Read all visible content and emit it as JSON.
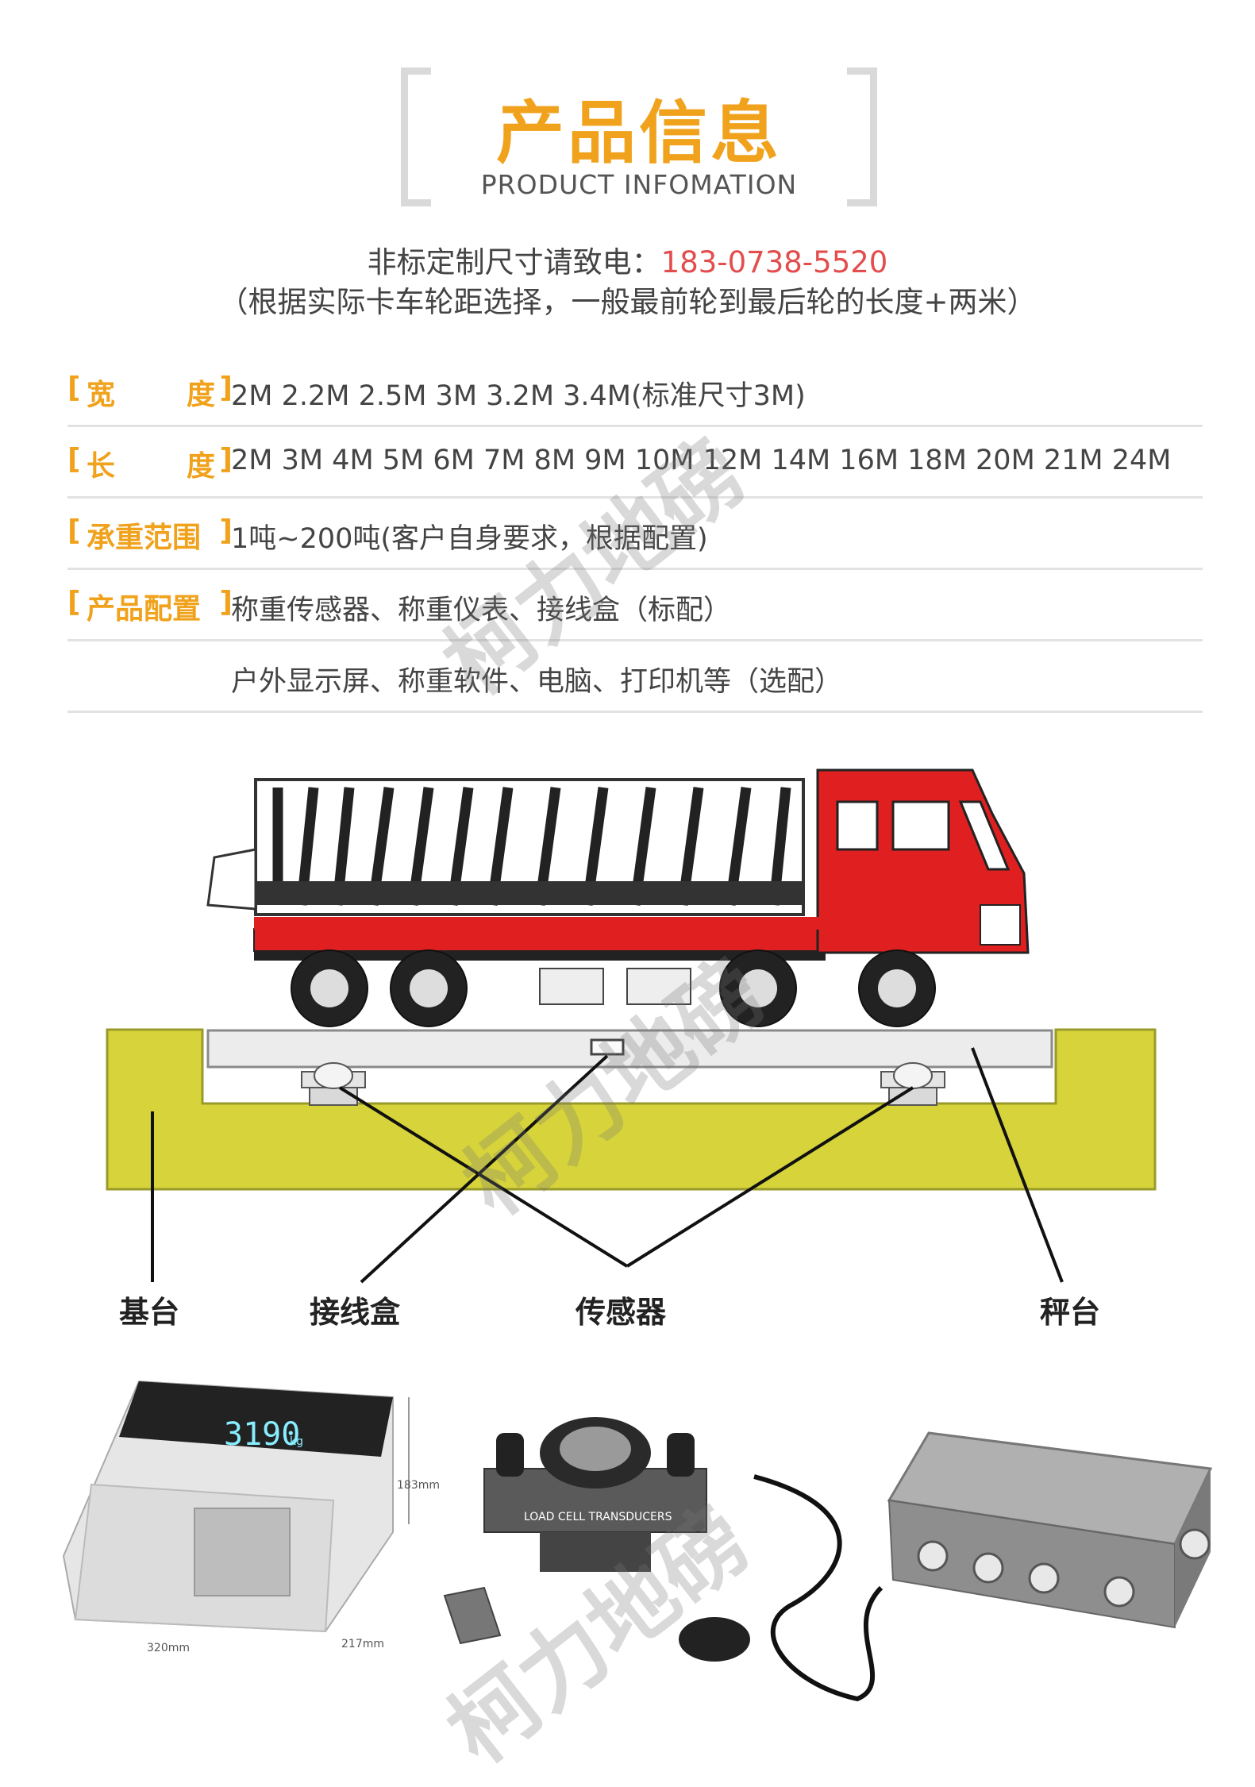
{
  "header": {
    "title": "产品信息",
    "subtitle": "PRODUCT INFOMATION"
  },
  "contact": {
    "prefix": "非标定制尺寸请致电：",
    "phone": "183-0738-5520",
    "note": "（根据实际卡车轮距选择，一般最前轮到最后轮的长度+两米）"
  },
  "specs": [
    {
      "label_a": "宽",
      "label_b": "度",
      "value": "2M 2.2M 2.5M 3M 3.2M 3.4M(标准尺寸3M)"
    },
    {
      "label_a": "长",
      "label_b": "度",
      "value": "2M 3M 4M 5M 6M 7M 8M 9M 10M 12M 14M 16M 18M 20M 21M 24M"
    },
    {
      "label": "承重范围",
      "value": "1吨~200吨(客户自身要求，根据配置)"
    },
    {
      "label": "产品配置",
      "value": "称重传感器、称重仪表、接线盒（标配）"
    },
    {
      "label": "",
      "value": "户外显示屏、称重软件、电脑、打印机等（选配）"
    }
  ],
  "bracket_open": "[",
  "bracket_close": "]",
  "diagram": {
    "callouts": [
      "基台",
      "接线盒",
      "传感器",
      "秤台"
    ]
  },
  "products": {
    "indicator_display": "3190",
    "indicator_unit": "kg",
    "dim_height": "183mm",
    "dim_width": "320mm",
    "dim_depth": "217mm",
    "sensor_text": "LOAD CELL TRANSDUCERS"
  },
  "watermark": "柯力地磅",
  "colors": {
    "accent": "#f0a21c",
    "phone": "#e44d4d",
    "pit": "#d6d43a",
    "truck_cab": "#e02020"
  }
}
